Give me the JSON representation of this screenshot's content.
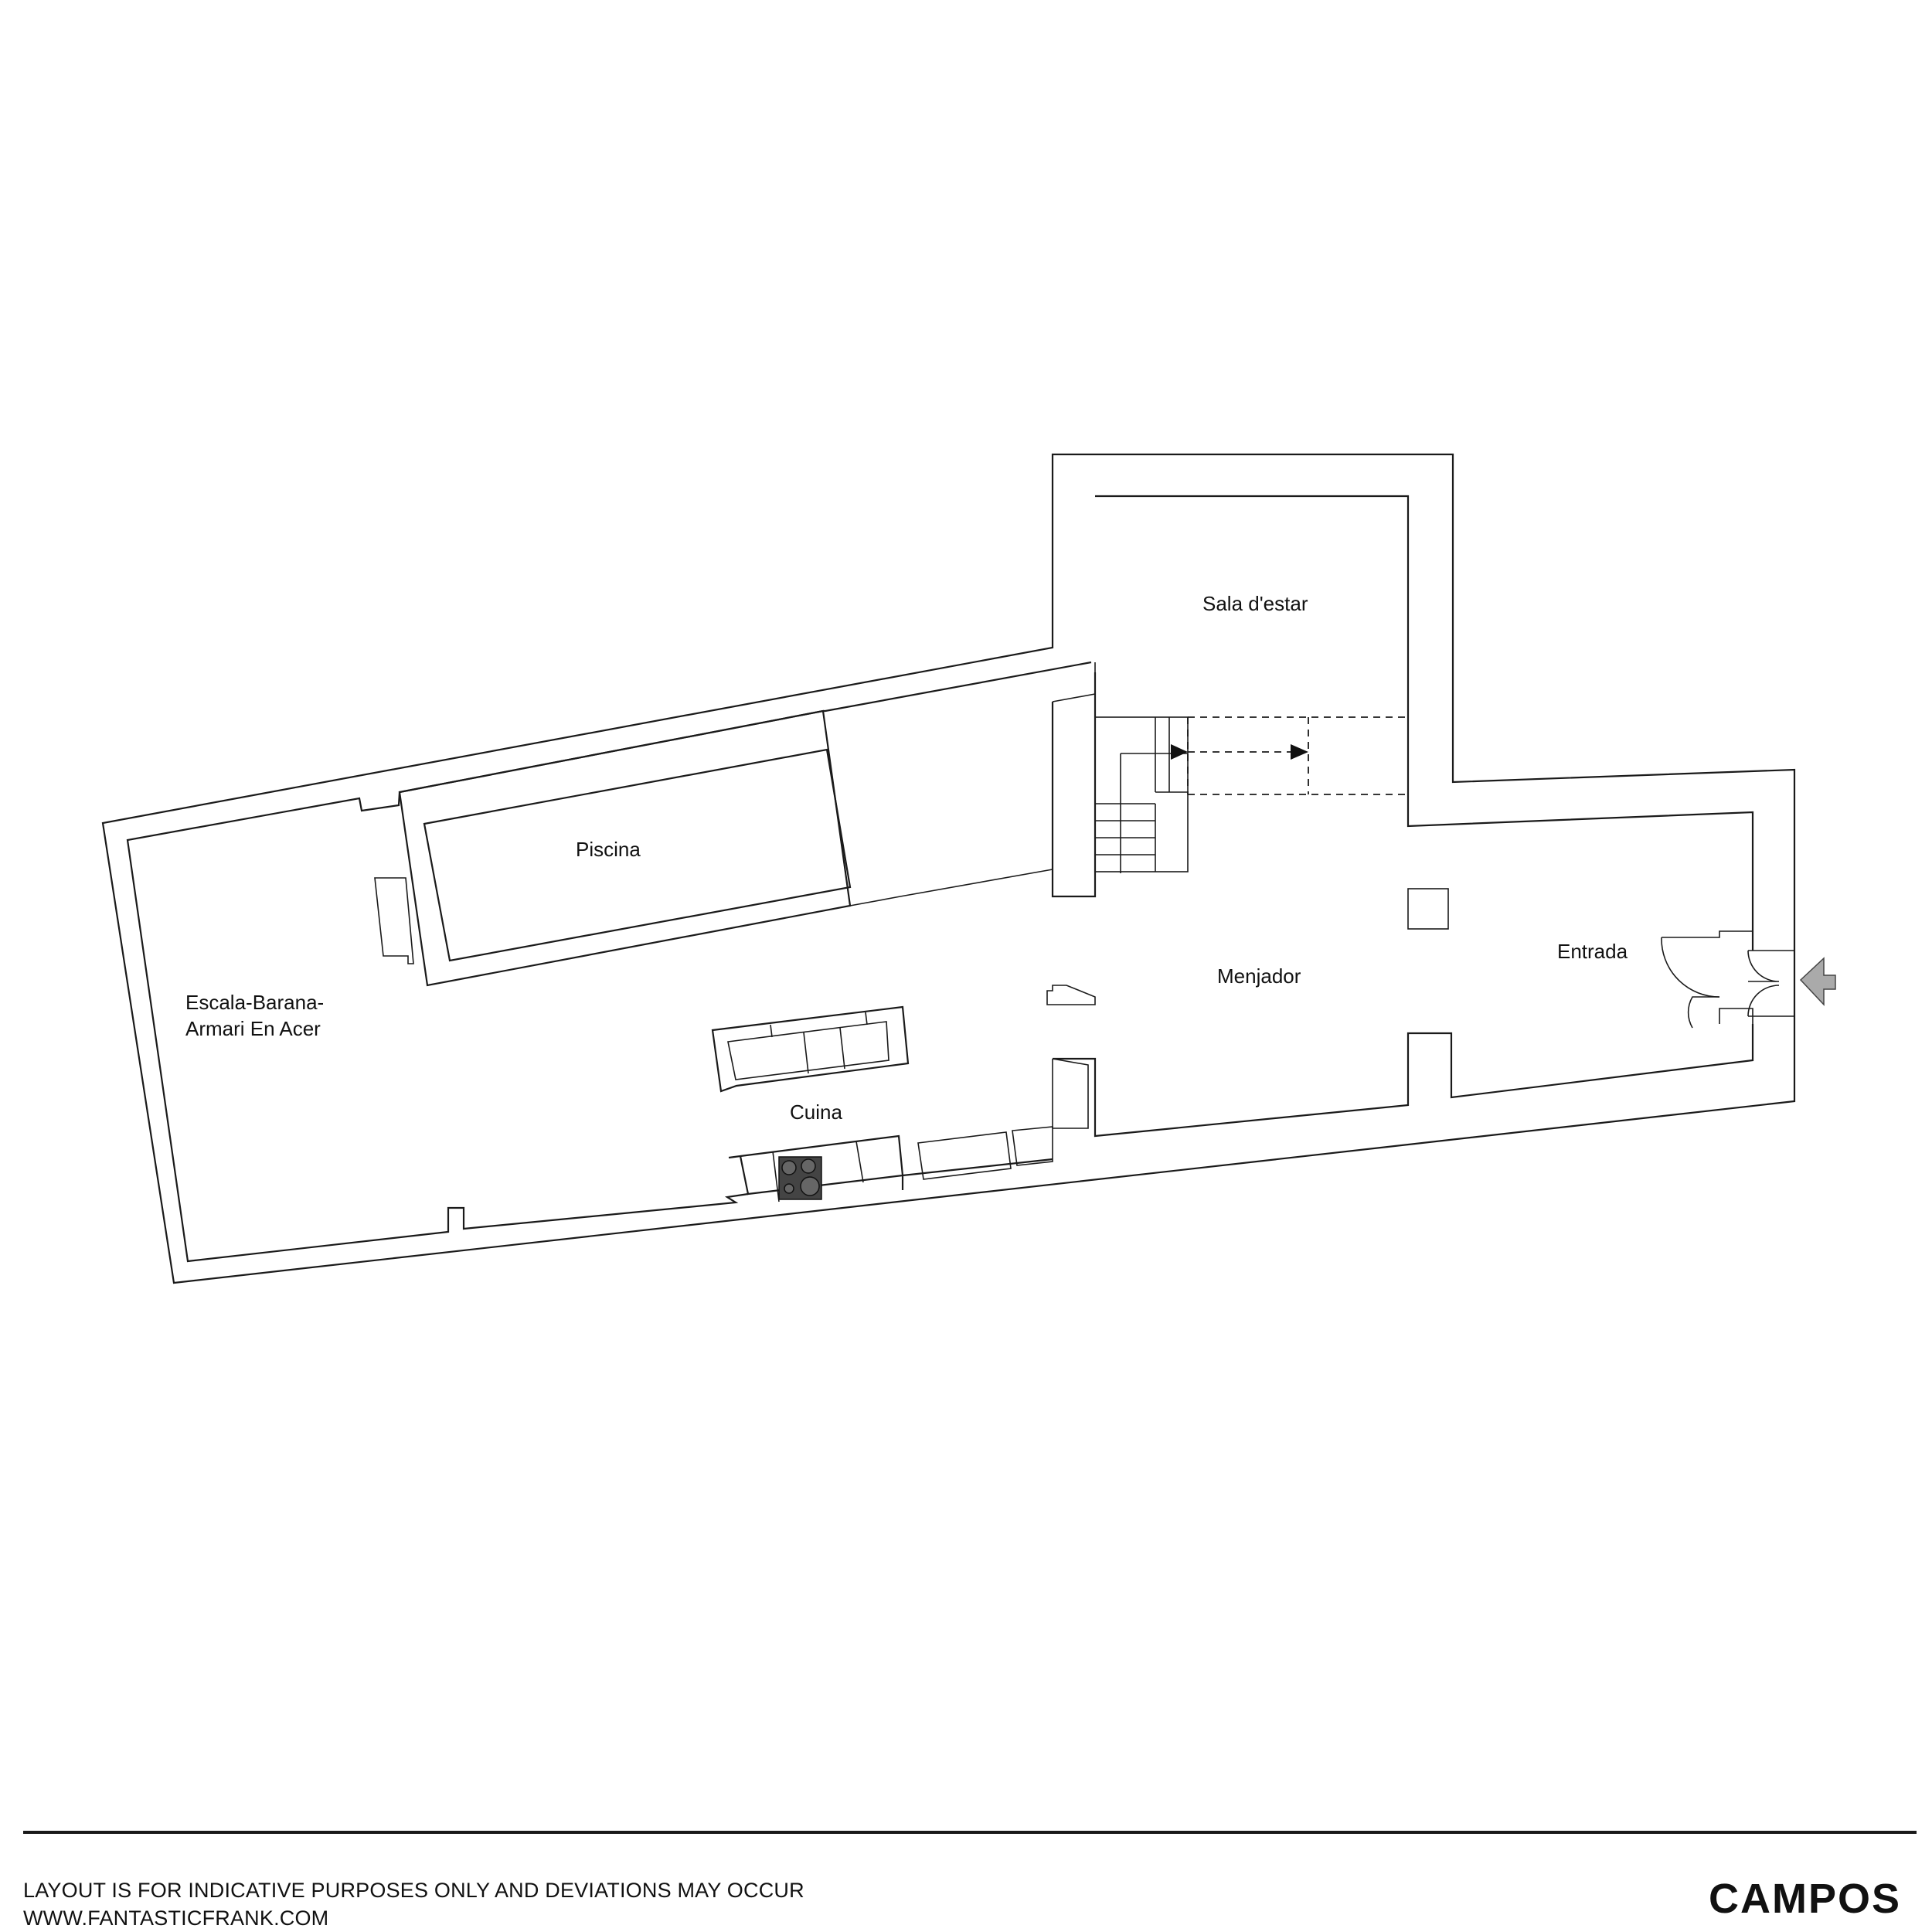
{
  "rooms": {
    "sala": "Sala d'estar",
    "piscina": "Piscina",
    "escala_line1": "Escala-Barana-",
    "escala_line2": "Armari En Acer",
    "menjador": "Menjador",
    "entrada": "Entrada",
    "cuina": "Cuina"
  },
  "footer": {
    "disclaimer_line1": "LAYOUT IS FOR INDICATIVE PURPOSES ONLY AND DEVIATIONS MAY OCCUR",
    "disclaimer_line2": "WWW.FANTASTICFRANK.COM",
    "brand": "CAMPOS"
  },
  "icons": {
    "entrance_arrow": "entrance-arrow-icon",
    "cooktop": "cooktop-icon"
  }
}
